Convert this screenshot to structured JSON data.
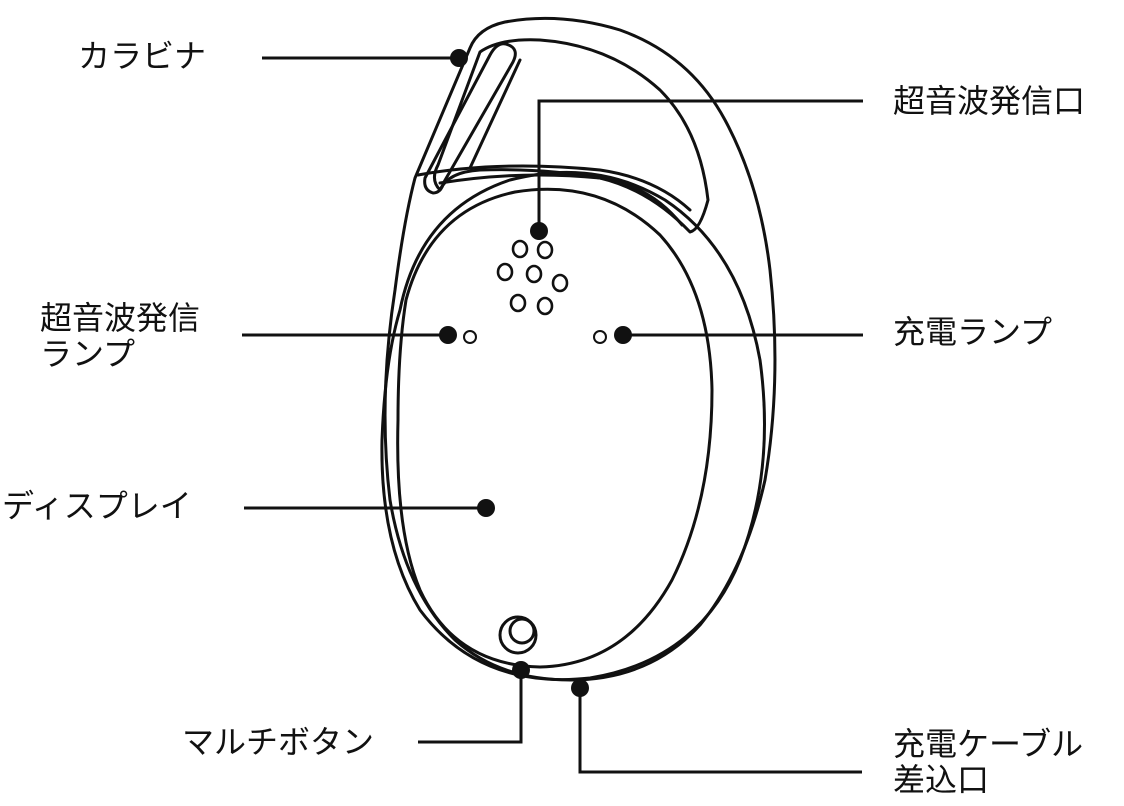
{
  "diagram": {
    "colors": {
      "ink": "#111111",
      "background": "#ffffff"
    },
    "labels": {
      "carabiner": "カラビナ",
      "ultrasonic_port": "超音波発信口",
      "ultrasonic_lamp_line1": "超音波発信",
      "ultrasonic_lamp_line2": "ランプ",
      "charge_lamp": "充電ランプ",
      "display": "ディスプレイ",
      "multi_button": "マルチボタン",
      "charge_port_line1": "充電ケーブル",
      "charge_port_line2": "差込口"
    }
  }
}
